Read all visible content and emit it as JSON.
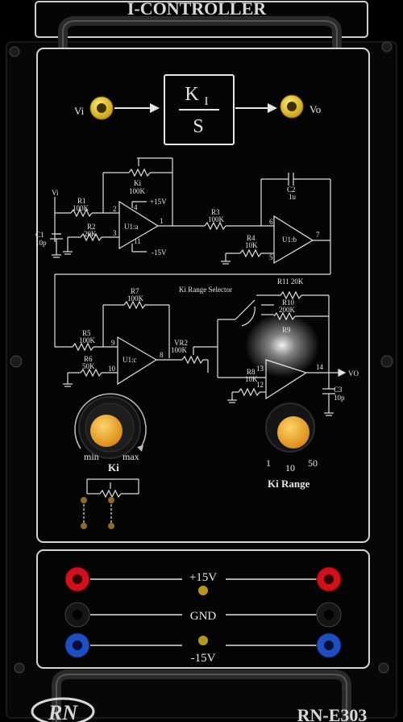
{
  "module": {
    "title": "I-CONTROLLER",
    "model": "RN-E303",
    "logo_text": "RN"
  },
  "block_diagram": {
    "input_label": "Vi",
    "output_label": "Vo",
    "gain_numerator": "K",
    "gain_subscript": "I",
    "gain_denominator": "S"
  },
  "schematic": {
    "labels": {
      "vi": "Vi",
      "r1": "R1",
      "r1_val": "100K",
      "ki": "Ki",
      "ki_val": "100K",
      "r2": "R2",
      "r2_val": "20K",
      "c1": "C1",
      "c1_val": "10p",
      "plus15": "+15V",
      "minus15": "-15V",
      "u1a": "U1:a",
      "r3": "R3",
      "r3_val": "100K",
      "c2": "C2",
      "c2_val": "1u",
      "r4": "R4",
      "r4_val": "10K",
      "u1b": "U1:b",
      "r7": "R7",
      "r7_val": "100K",
      "r5": "R5",
      "r5_val": "100K",
      "r6": "R6",
      "r6_val": "50K",
      "u1c": "U1:c",
      "vr2": "VR2",
      "vr2_val": "100K",
      "selector": "Ki Range Selector",
      "r11": "R11 20K",
      "r10": "R10",
      "r10_val": "200K",
      "r9": "R9",
      "r8": "R8",
      "r8_val": "10K",
      "vo": "VO",
      "c3": "C3",
      "c3_val": "10p",
      "pin1": "1",
      "pin2": "2",
      "pin3": "3",
      "pin4": "4",
      "pin5": "5",
      "pin6": "6",
      "pin7": "7",
      "pin8": "8",
      "pin9": "9",
      "pin10": "10",
      "pin11": "11",
      "pin12": "12",
      "pin13": "13",
      "pin14": "14"
    }
  },
  "knobs": {
    "ki_knob": {
      "label": "Ki",
      "min": "min",
      "max": "max"
    },
    "range_knob": {
      "label": "Ki Range",
      "positions": [
        "1",
        "10",
        "50"
      ]
    }
  },
  "power": {
    "rails": [
      {
        "label": "+15V",
        "jack_color": "#d0101a"
      },
      {
        "label": "GND",
        "jack_color": "#151515"
      },
      {
        "label": "-15V",
        "jack_color": "#1e4fc0"
      }
    ]
  },
  "colors": {
    "panel": "#050505",
    "line": "#e6e6e6",
    "yellow_jack": "#e8c21a",
    "knob": "#f0a323",
    "led": "#b5961e"
  }
}
